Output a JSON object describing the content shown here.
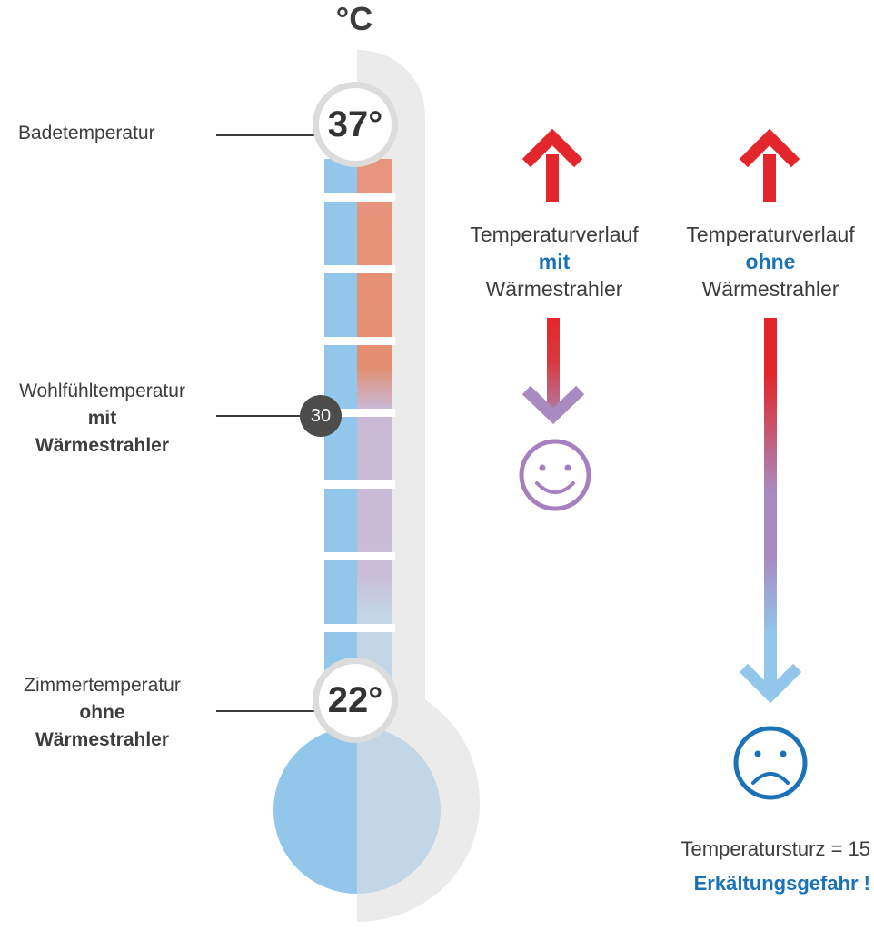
{
  "unit": "°C",
  "labels": {
    "bath": "Badetemperatur",
    "comfort": {
      "line1": "Wohlfühltemperatur",
      "line2": "mit",
      "line3": "Wärmestrahler"
    },
    "room": {
      "line1": "Zimmertemperatur",
      "line2": "ohne",
      "line3": "Wärmestrahler"
    }
  },
  "badges": {
    "top": "37°",
    "middle": "30",
    "bottom": "22°"
  },
  "columns": {
    "with": {
      "line1": "Temperaturverlauf",
      "line2": "mit",
      "line3": "Wärmestrahler",
      "mood": "happy"
    },
    "without": {
      "line1": "Temperaturverlauf",
      "line2": "ohne",
      "line3": "Wärmestrahler",
      "mood": "sad"
    }
  },
  "summary": {
    "drop": "Temperatursturz = 15",
    "warning": "Erkältungsgefahr !"
  },
  "colors": {
    "hot": "#e3262b",
    "mild": "#a88bc0",
    "cold": "#92c6ea",
    "accent": "#1a73b8",
    "smiley_happy": "#a67fbf",
    "smiley_sad": "#1a73b8",
    "frame": "#ebebeb"
  }
}
